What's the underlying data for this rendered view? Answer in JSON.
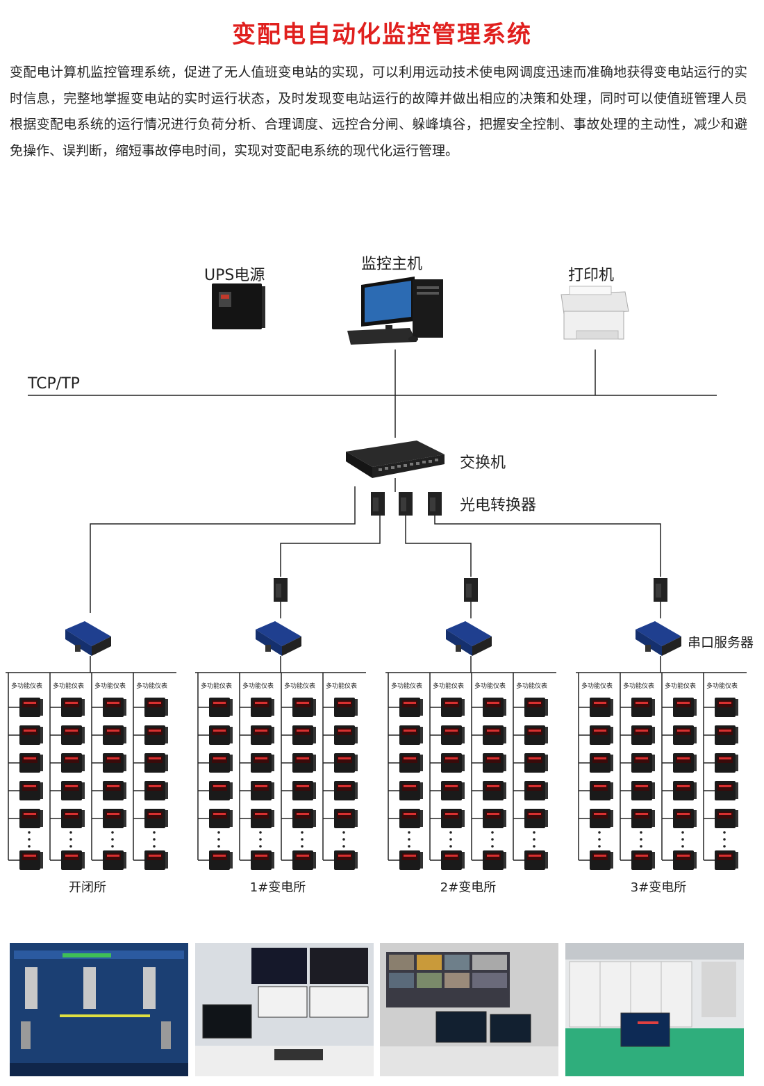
{
  "title": "变配电自动化监控管理系统",
  "intro": "变配电计算机监控管理系统，促进了无人值班变电站的实现，可以利用远动技术使电网调度迅速而准确地获得变电站运行的实时信息，完整地掌握变电站的实时运行状态，及时发现变电站运行的故障并做出相应的决策和处理，同时可以使值班管理人员根据变配电系统的运行情况进行负荷分析、合理调度、远控合分闸、躲峰填谷，把握安全控制、事故处理的主动性，减少和避免操作、误判断，缩短事故停电时间，实现对变配电系统的现代化运行管理。",
  "diagram": {
    "ups_label": "UPS电源",
    "host_label": "监控主机",
    "printer_label": "打印机",
    "network_label": "TCP/TP",
    "switch_label": "交换机",
    "converter_label": "光电转换器",
    "serial_server_label": "串口服务器",
    "meter_label": "多功能仪表",
    "stations": [
      "开闭所",
      "1#变电所",
      "2#变电所",
      "3#变电所"
    ]
  },
  "colors": {
    "title": "#e0201e",
    "line": "#222222",
    "meter_body": "#1a1a1a",
    "serial_server": "#1f3f8f"
  }
}
